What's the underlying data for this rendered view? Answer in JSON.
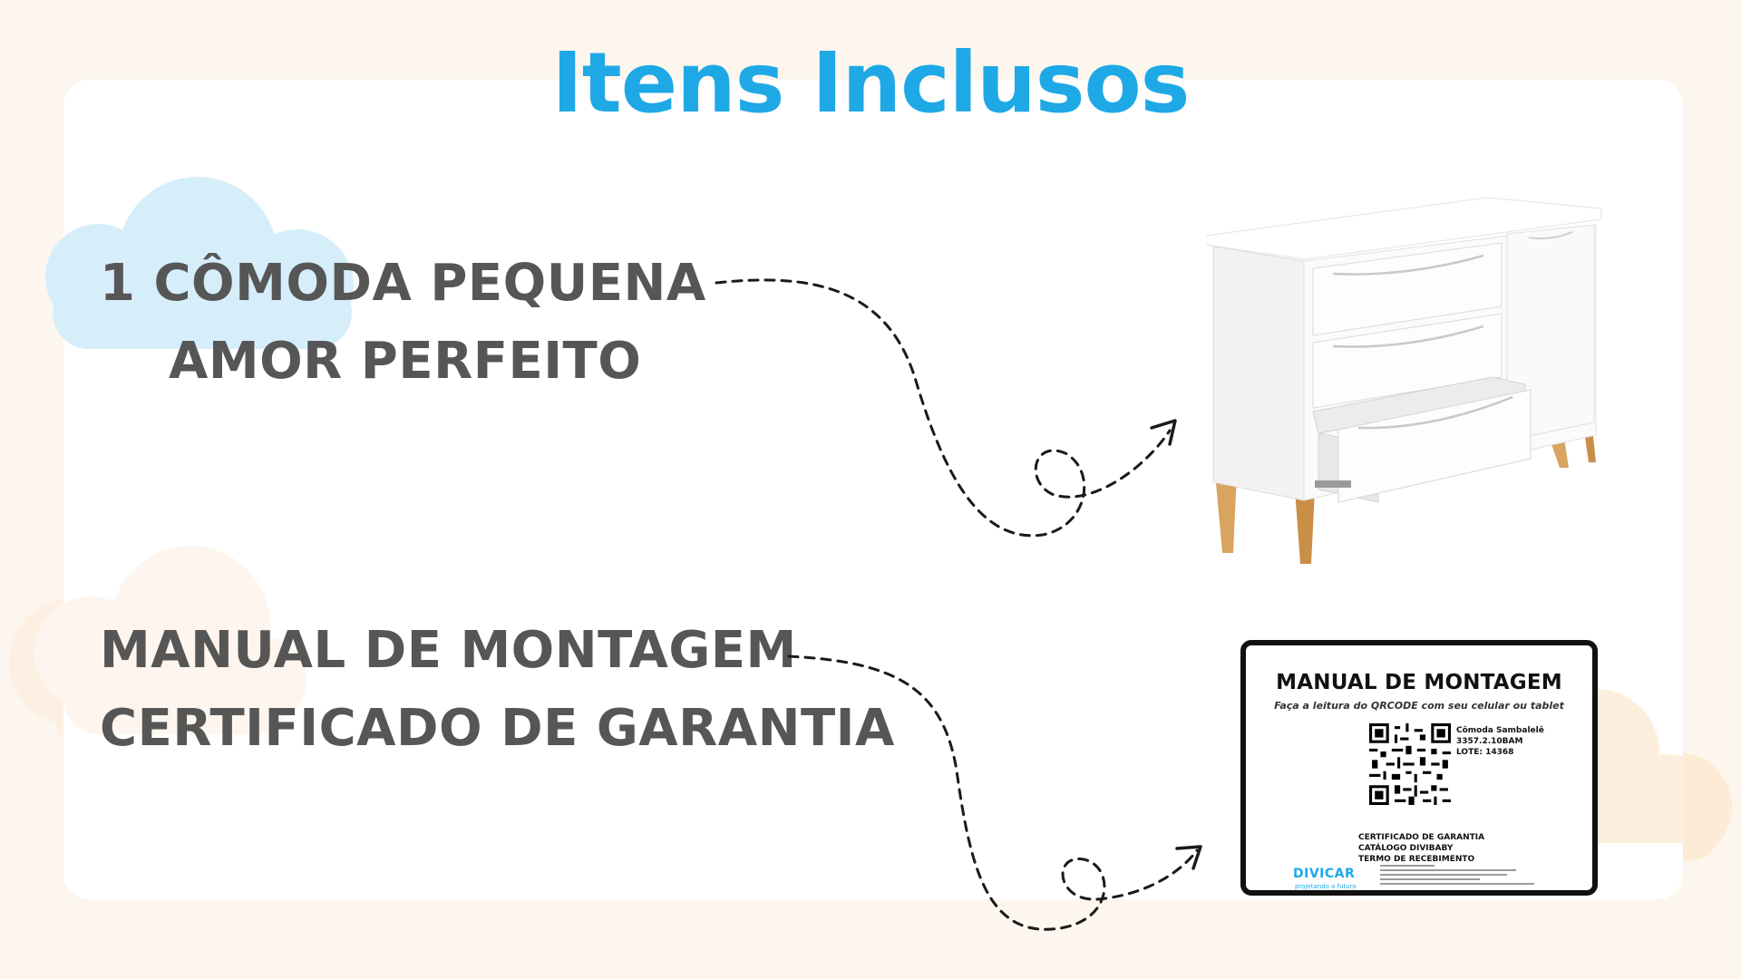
{
  "title": "Itens Inclusos",
  "items": [
    {
      "lines": [
        "1 CÔMODA PEQUENA",
        "AMOR PERFEITO"
      ],
      "image": "white-dresser-with-wooden-legs"
    },
    {
      "lines": [
        "MANUAL DE MONTAGEM",
        "CERTIFICADO DE GARANTIA"
      ],
      "image": "assembly-manual-card"
    }
  ],
  "manual_card": {
    "title": "MANUAL DE MONTAGEM",
    "subtitle": "Faça a leitura do QRCODE com seu celular ou tablet",
    "product_lines": [
      "Cômoda Sambalelê",
      "3357.2.10BAM",
      "LOTE: 14368"
    ],
    "document_lines": [
      "CERTIFICADO DE GARANTIA",
      "CATÁLOGO DIVIBABY",
      "TERMO DE RECEBIMENTO"
    ],
    "brand": "DIVICAR",
    "tagline": "projetando o futuro"
  },
  "colors": {
    "title": "#1ea9e6",
    "text": "#565656",
    "background": "#fdf6ee",
    "panel": "#ffffff",
    "cloud_blue": "#d6eefa",
    "cloud_peach": "#fdeedd"
  },
  "icons": [
    "cloud-icon",
    "dashed-arrow-icon",
    "qr-code-icon"
  ]
}
